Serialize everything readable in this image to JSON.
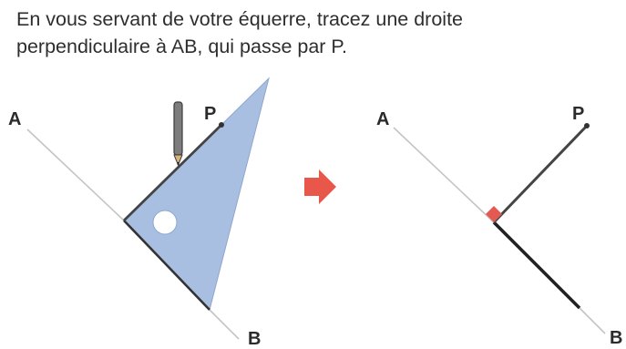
{
  "instruction": {
    "line1": "En vous servant de votre équerre, tracez une droite",
    "line2": "perpendiculaire à AB, qui passe par P."
  },
  "left_figure": {
    "label_a": "A",
    "label_p": "P",
    "label_b": "B"
  },
  "right_figure": {
    "label_a": "A",
    "label_p": "P",
    "label_b": "B"
  },
  "colors": {
    "set_square_fill": "#a9bfe2",
    "right_angle_marker": "#e25a52",
    "arrow": "#e8574a",
    "segment_dark": "#444444",
    "line_light": "#c4c4c4"
  }
}
